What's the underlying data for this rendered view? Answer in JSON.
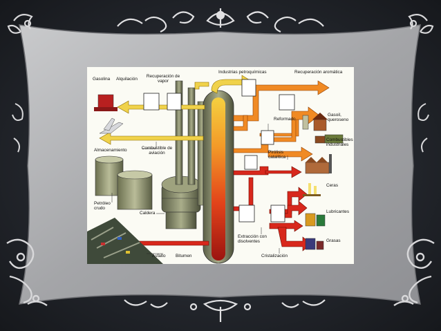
{
  "labels": {
    "gasolina": "Gasolina",
    "alquilacion": "Alquilación",
    "recuperacion_vapor": "Recuperación de vapor",
    "industrias_petroquimicas": "Industrias petroquímicas",
    "recuperacion_aromatica": "Recuperación aromática",
    "reformado": "Reformado",
    "gasoil_queroseno": "Gasoil, queroseno",
    "combustibles_industriales": "Combustibles industriales",
    "pirolisis_catalitica": "Pirólisis catalítica",
    "almacenamiento": "Almacenamiento",
    "combustible_aviacion": "Combustible de aviación",
    "ceras": "Ceras",
    "petroleo_crudo": "Petróleo crudo",
    "lubricantes": "Lubricantes",
    "caldera": "Caldera",
    "grasas": "Grasas",
    "extraccion_disolventes": "Extracción con disolventes",
    "asfalto": "Asfalto",
    "bitumen": "Bitumen",
    "cristalizacion": "Cristalización"
  },
  "colors": {
    "frame": "#a9aaad",
    "frame_edge": "#7c7d80",
    "yellow_arrow": "#f0d24a",
    "orange_arrow": "#f08a24",
    "red_arrow": "#d8281c",
    "tower_fill": "#e55a18"
  }
}
